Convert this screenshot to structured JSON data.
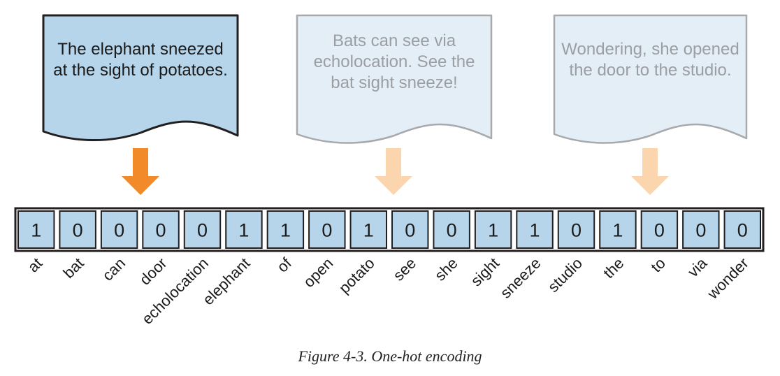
{
  "documents": [
    {
      "lines": [
        "The elephant sneezed",
        "at the sight of potatoes."
      ],
      "active": true
    },
    {
      "lines": [
        "Bats can see via",
        "echolocation. See the",
        "bat sight sneeze!"
      ],
      "active": false
    },
    {
      "lines": [
        "Wondering, she opened",
        "the door to the studio."
      ],
      "active": false
    }
  ],
  "vector": {
    "values": [
      1,
      0,
      0,
      0,
      0,
      1,
      1,
      0,
      1,
      0,
      0,
      1,
      1,
      0,
      1,
      0,
      0,
      0
    ],
    "vocabulary": [
      "at",
      "bat",
      "can",
      "door",
      "echolocation",
      "elephant",
      "of",
      "open",
      "potato",
      "see",
      "she",
      "sight",
      "sneeze",
      "studio",
      "the",
      "to",
      "via",
      "wonder"
    ]
  },
  "caption": "Figure 4-3. One-hot encoding",
  "colors": {
    "active_fill": "#b7d5ea",
    "active_stroke": "#231f20",
    "inactive_fill": "#e3eef7",
    "inactive_stroke": "#a7a9ac",
    "inactive_text": "#9b9ea2",
    "active_arrow": "#f38a2a",
    "inactive_arrow": "#fbd5ae",
    "cell_fill": "#b7d5ea",
    "cell_stroke": "#231f20"
  }
}
